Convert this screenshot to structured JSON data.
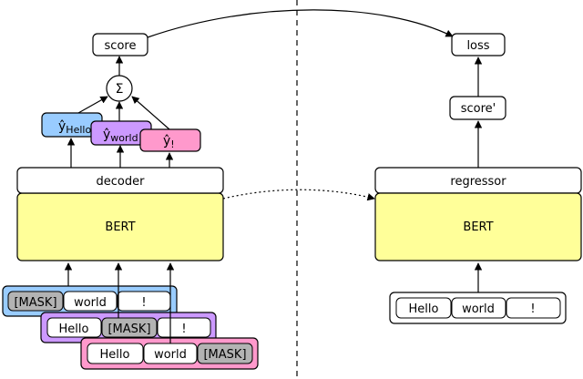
{
  "left": {
    "score": "score",
    "sum": "Σ",
    "y_hello": {
      "hat": "ŷ",
      "sub": "Hello"
    },
    "y_world": {
      "hat": "ŷ",
      "sub": "world"
    },
    "y_excl": {
      "hat": "ŷ",
      "sub": "!"
    },
    "decoder": "decoder",
    "bert": "BERT",
    "row1": [
      "[MASK]",
      "world",
      "!"
    ],
    "row2": [
      "Hello",
      "[MASK]",
      "!"
    ],
    "row3": [
      "Hello",
      "world",
      "[MASK]"
    ]
  },
  "right": {
    "loss": "loss",
    "score_prime": "score'",
    "regressor": "regressor",
    "bert": "BERT",
    "tokens": [
      "Hello",
      "world",
      "!"
    ]
  },
  "colors": {
    "bert_fill": "#ffff99",
    "hello_fill": "#99ccff",
    "world_fill": "#cc99ff",
    "excl_fill": "#ff99cc",
    "mask_fill": "#b3b3b3"
  }
}
